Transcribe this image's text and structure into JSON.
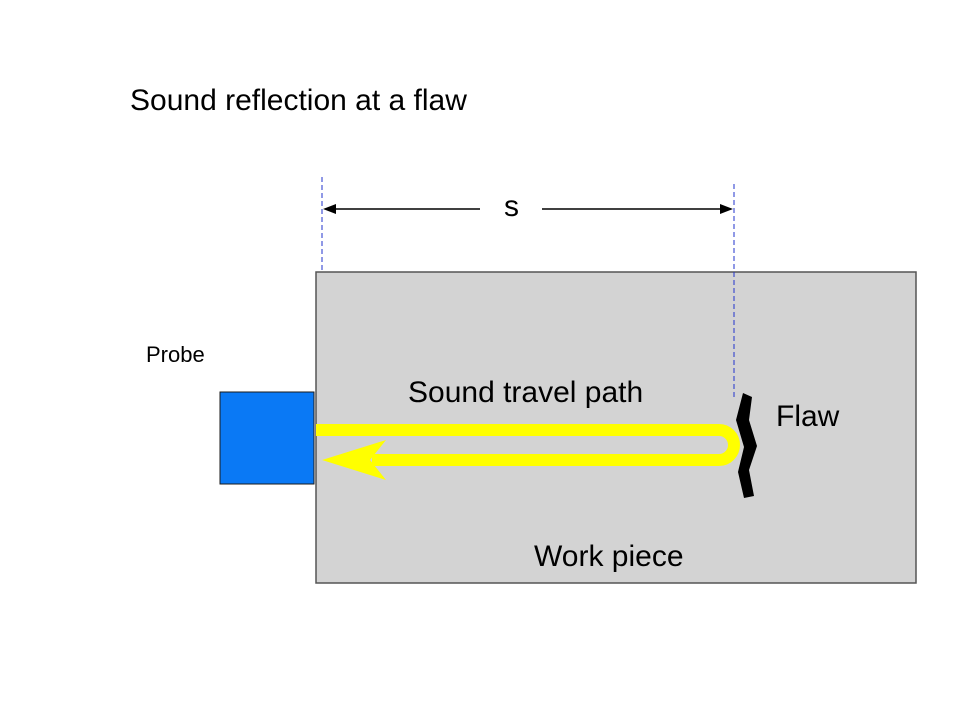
{
  "title": "Sound reflection at a flaw",
  "labels": {
    "probe": "Probe",
    "sound_path": "Sound travel path",
    "flaw": "Flaw",
    "work_piece": "Work piece",
    "distance": "s"
  },
  "colors": {
    "work_piece_fill": "#d3d3d3",
    "probe_fill": "#0a79f5",
    "sound_path": "#ffff00",
    "dimension_guides": "#2233cc",
    "flaw": "#000000"
  }
}
